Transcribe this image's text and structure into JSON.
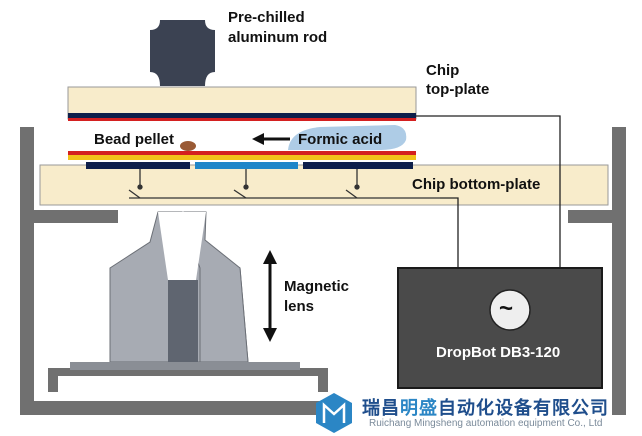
{
  "labels": {
    "rod_line1": "Pre-chilled",
    "rod_line2": "aluminum rod",
    "top_plate_line1": "Chip",
    "top_plate_line2": "top-plate",
    "bead_pellet": "Bead pellet",
    "formic_acid": "Formic acid",
    "bottom_plate": "Chip bottom-plate",
    "lens_line1": "Magnetic",
    "lens_line2": "lens",
    "dropbot": "DropBot DB3-120",
    "ac_symbol": "~"
  },
  "watermark": {
    "company_cn_part1": "瑞昌",
    "company_cn_part2": "明盛",
    "company_cn_part3": "自动化设备有限公司",
    "company_en": "Ruichang Mingsheng automation equipment Co., Ltd"
  },
  "colors": {
    "plate_fill": "#f8eccb",
    "electrode_dark": "#0e1f4a",
    "electrode_blue": "#1f86c8",
    "red_layer": "#d42020",
    "yellow_layer": "#f2c21a",
    "formic_fill": "#aecce6",
    "bead": "#9a5a35",
    "rod": "#3b4252",
    "lens_light": "#a7abb3",
    "lens_dark": "#5f6570",
    "dropbot_box": "#4a4a4a",
    "frame": "#707070"
  }
}
